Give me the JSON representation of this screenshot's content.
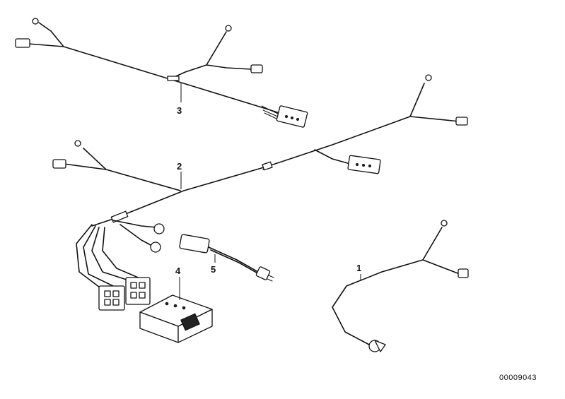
{
  "callouts": {
    "part1": "1",
    "part2": "2",
    "part3": "3",
    "part4": "4",
    "part5": "5"
  },
  "document_number": "00009043"
}
